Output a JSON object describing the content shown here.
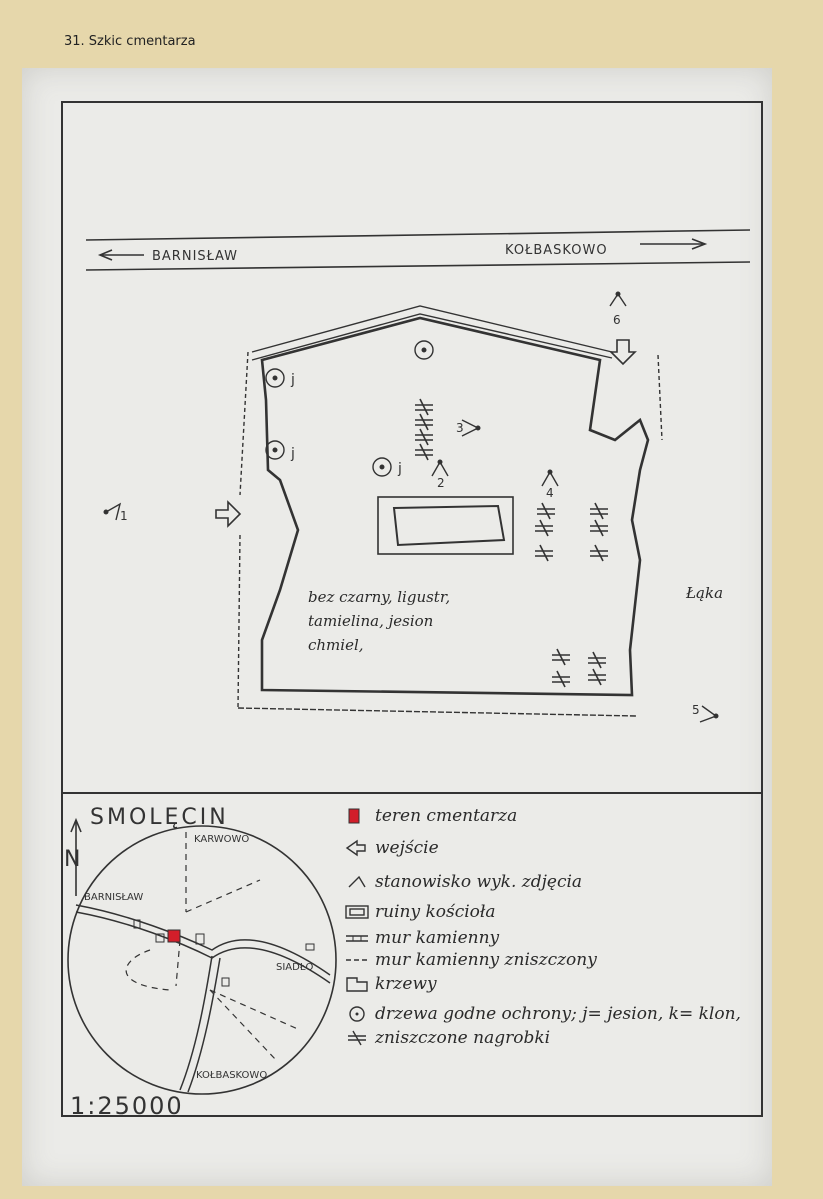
{
  "page": {
    "title": "31. Szkic cmentarza"
  },
  "main_map": {
    "road": {
      "left_label": "BARNISŁAW",
      "right_label": "KOŁBASKOWO"
    },
    "viewpoints": [
      "1",
      "2",
      "3",
      "4",
      "5",
      "6"
    ],
    "tree_labels": [
      "j",
      "j",
      "j"
    ],
    "vegetation_note": [
      "bez czarny, ligustr,",
      "tamielina, jesion",
      "chmiel,"
    ],
    "outside_label": "Łąka"
  },
  "inset_map": {
    "title": "SMOLĘCIN",
    "north_label": "N",
    "places": [
      "KARWOWO",
      "BARNISŁAW",
      "SIADŁO",
      "KOŁBASKOWO"
    ],
    "scale": "1:25000"
  },
  "legend": {
    "items": [
      {
        "icon": "cemetery-area-icon",
        "label": "teren cmentarza",
        "color": "#d21e2a"
      },
      {
        "icon": "entrance-arrow-icon",
        "label": "wejście"
      },
      {
        "icon": "viewpoint-icon",
        "label": "stanowisko wyk. zdjęcia"
      },
      {
        "icon": "church-ruins-icon",
        "label": "ruiny kościoła"
      },
      {
        "icon": "stone-wall-icon",
        "label": "mur kamienny"
      },
      {
        "icon": "destroyed-wall-icon",
        "label": "mur kamienny zniszczony"
      },
      {
        "icon": "shrubs-icon",
        "label": "krzewy"
      },
      {
        "icon": "tree-circle-icon",
        "label": "drzewa godne ochrony; j= jesion, k= klon,"
      },
      {
        "icon": "gravestone-icon",
        "label": "zniszczone nagrobki"
      }
    ]
  }
}
